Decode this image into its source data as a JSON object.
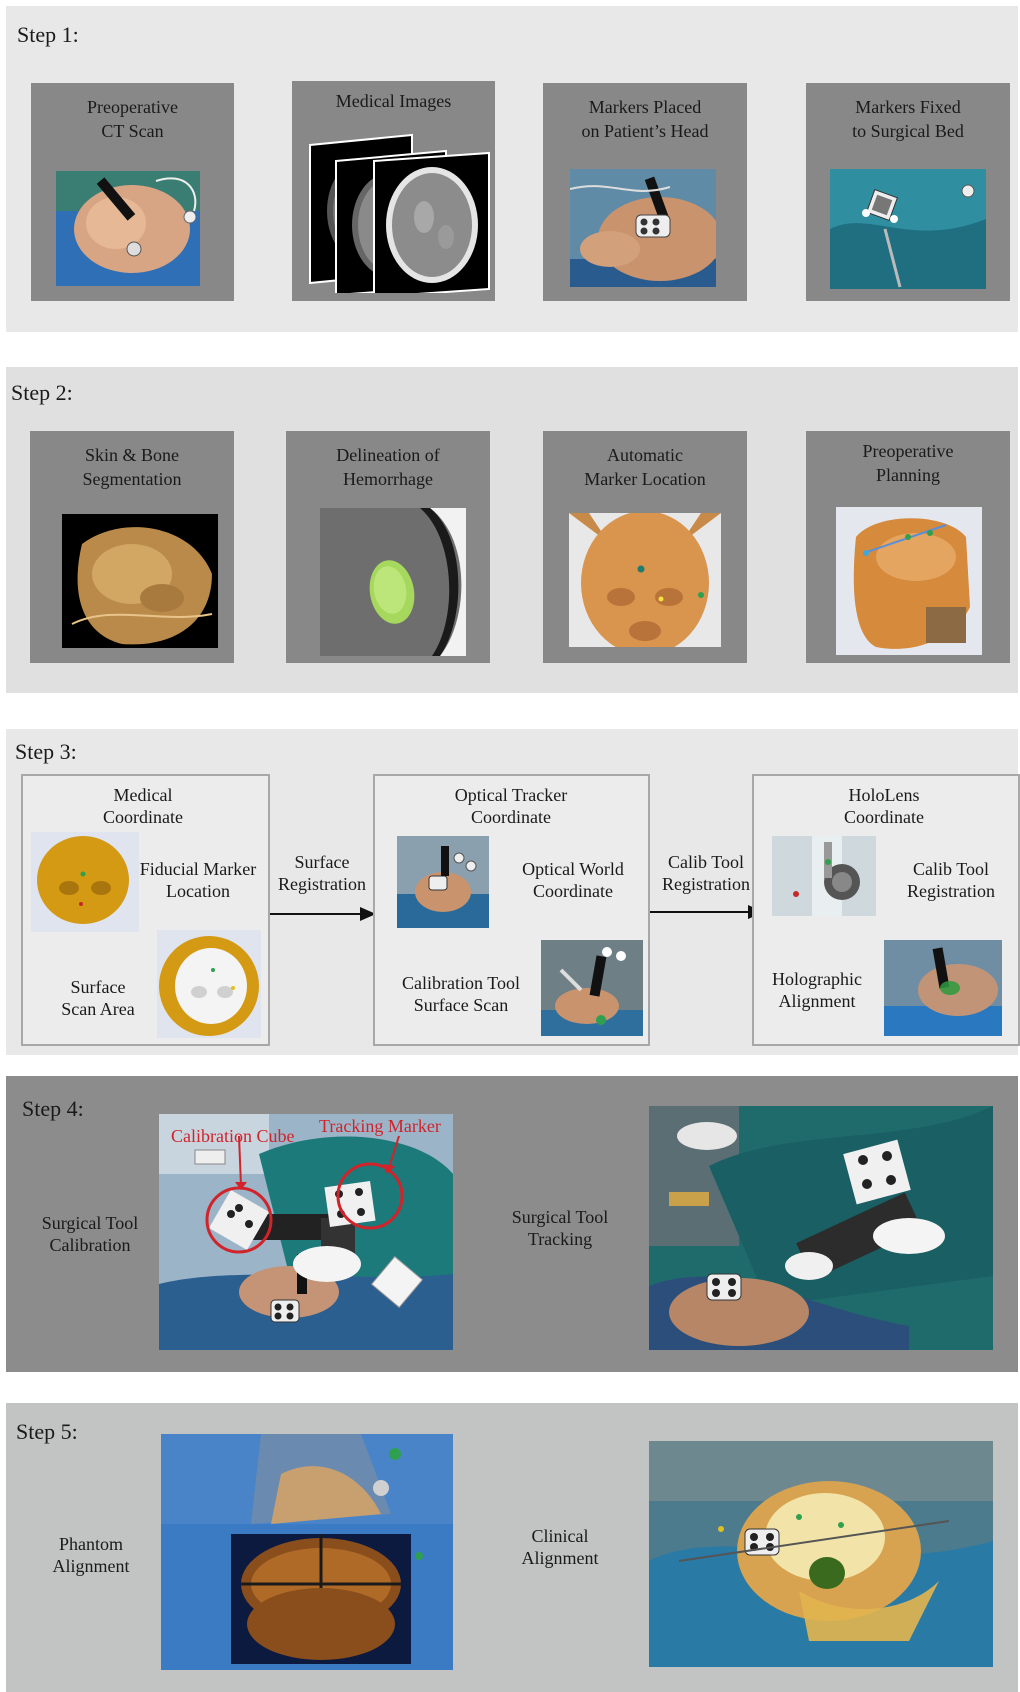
{
  "colors": {
    "band_light": "#e8e8e8",
    "band_mid": "#e0e0e0",
    "band_dark": "#8c8c8c",
    "band_step5": "#c2c3c3",
    "card": "#888888",
    "annotation_red": "#d1232a"
  },
  "step1": {
    "title": "Step 1:",
    "cards": [
      {
        "title": "Preoperative\nCT Scan",
        "image": "patient-head-ct-photo"
      },
      {
        "title": "Medical Images",
        "image": "ct-slice-stack"
      },
      {
        "title": "Markers Placed\non Patient’s Head",
        "image": "patient-markers-photo"
      },
      {
        "title": "Markers Fixed\nto Surgical Bed",
        "image": "surgical-bed-marker-photo"
      }
    ]
  },
  "step2": {
    "title": "Step 2:",
    "cards": [
      {
        "title": "Skin & Bone\nSegmentation",
        "image": "skin-bone-render"
      },
      {
        "title": "Delineation of\nHemorrhage",
        "image": "hemorrhage-ct"
      },
      {
        "title": "Automatic\nMarker Location",
        "image": "marker-location-render"
      },
      {
        "title": "Preoperative\nPlanning",
        "image": "planning-render"
      }
    ]
  },
  "step3": {
    "title": "Step 3:",
    "panel1": {
      "title": "Medical\nCoordinate",
      "fiducial_label": "Fiducial Marker\nLocation",
      "surface_label": "Surface\nScan Area"
    },
    "arrow1_label": "Surface\nRegistration",
    "panel2": {
      "title": "Optical Tracker\nCoordinate",
      "world_label": "Optical World\nCoordinate",
      "calib_label": "Calibration Tool\nSurface Scan"
    },
    "arrow2_label": "Calib Tool\nRegistration",
    "panel3": {
      "title": "HoloLens\nCoordinate",
      "calib_label": "Calib Tool\nRegistration",
      "holo_label": "Holographic\nAlignment"
    }
  },
  "step4": {
    "title": "Step 4:",
    "left_label": "Surgical Tool\nCalibration",
    "right_label": "Surgical Tool\nTracking",
    "annotation_cube": "Calibration Cube",
    "annotation_marker": "Tracking Marker"
  },
  "step5": {
    "title": "Step 5:",
    "left_label": "Phantom\nAlignment",
    "right_label": "Clinical\nAlignment"
  }
}
